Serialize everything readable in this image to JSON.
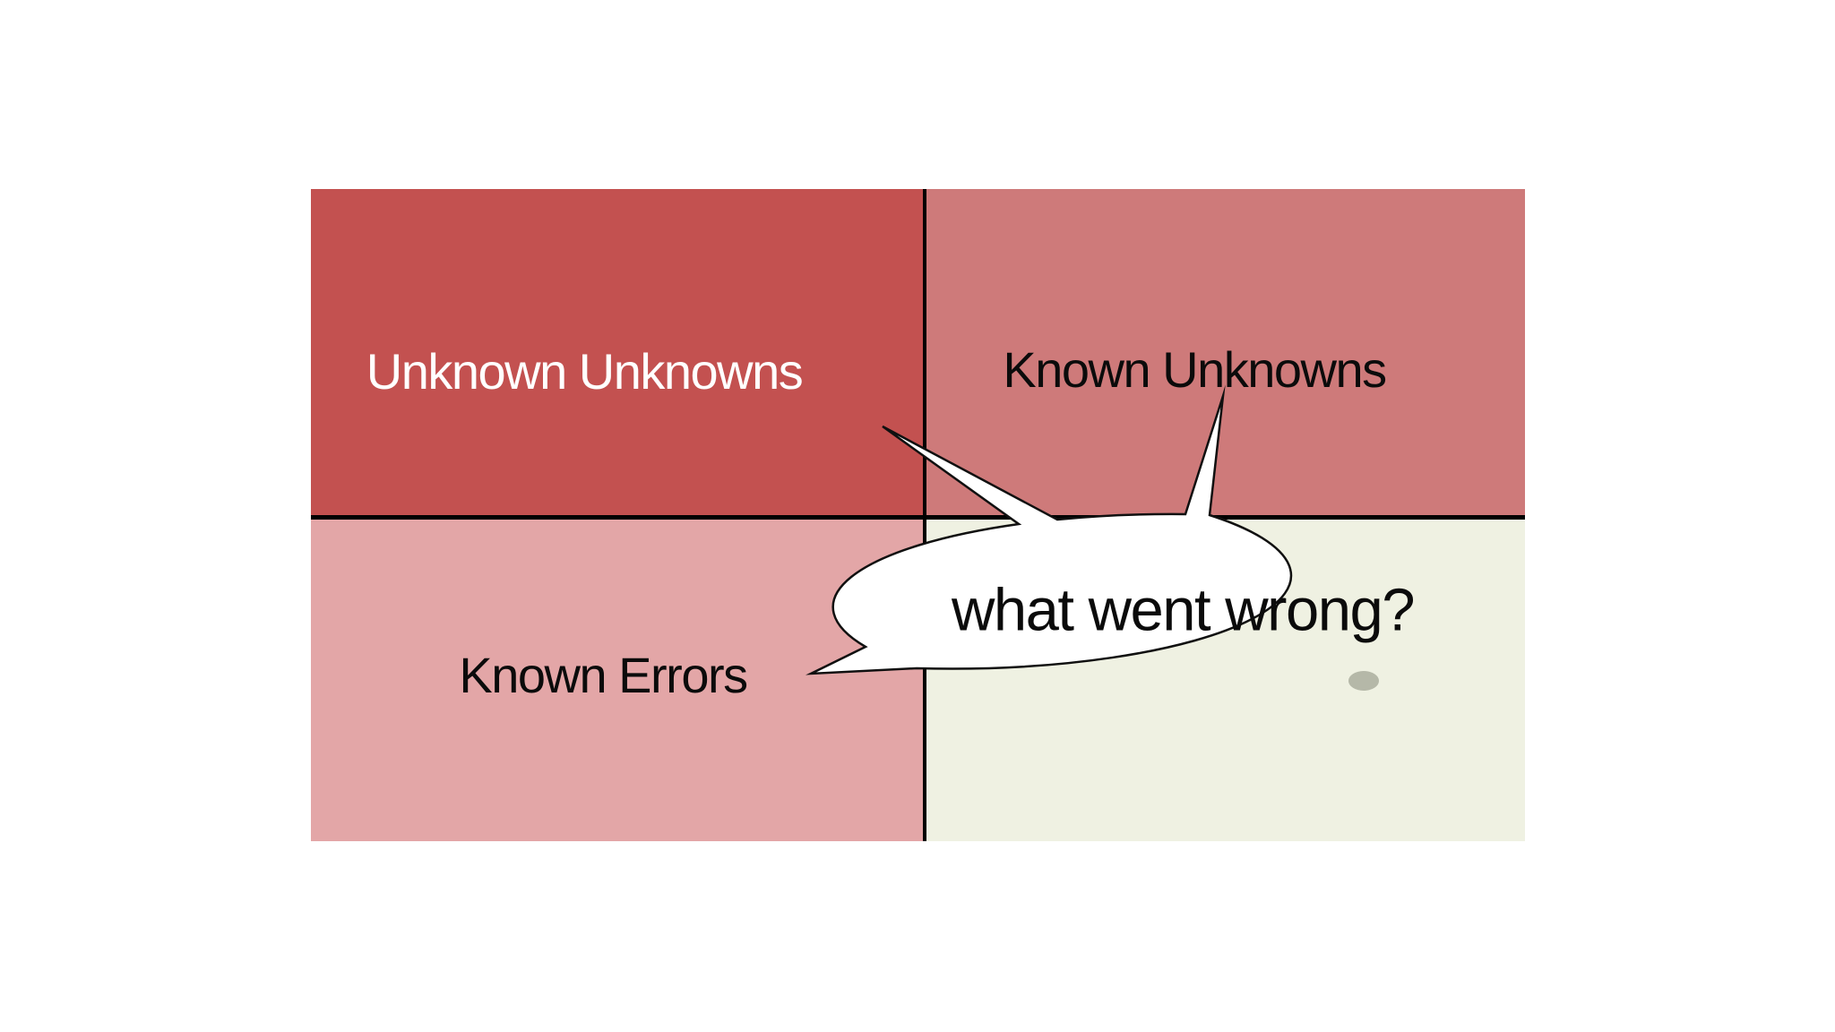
{
  "slide": {
    "background": "#ffffff"
  },
  "matrix": {
    "divider_color": "#000000",
    "quadrants": [
      {
        "id": "unknown-unknowns",
        "label": "Unknown Unknowns",
        "bg": "#c35150",
        "text_color": "#ffffff"
      },
      {
        "id": "known-unknowns",
        "label": "Known Unknowns",
        "bg": "#ce7a7a",
        "text_color": "#0b0b0b"
      },
      {
        "id": "known-errors",
        "label": "Known Errors",
        "bg": "#e3a6a7",
        "text_color": "#0b0b0b"
      },
      {
        "id": "bottom-right",
        "label": "",
        "bg": "#eff1e2",
        "text_color": "#0b0b0b"
      }
    ]
  },
  "speech_bubble": {
    "text": "what went wrong?",
    "fill": "#ffffff",
    "stroke": "#101010",
    "text_color": "#0b0b0b"
  },
  "artifact": {
    "color": "#b5b8a8"
  }
}
